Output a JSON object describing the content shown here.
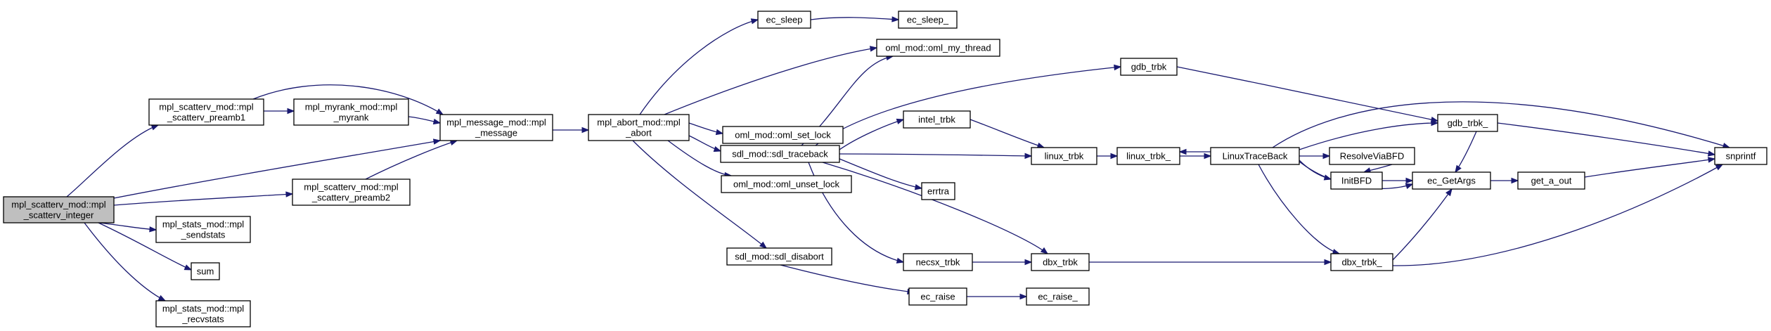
{
  "colors": {
    "edge": "#191970",
    "root_fill": "#bfbfbf",
    "node_fill": "#ffffff",
    "node_border": "#000000"
  },
  "nodes": {
    "scatterv_integer": {
      "lines": [
        "mpl_scatterv_mod::mpl",
        "_scatterv_integer"
      ],
      "root": true
    },
    "scatterv_preamb1": {
      "lines": [
        "mpl_scatterv_mod::mpl",
        "_scatterv_preamb1"
      ]
    },
    "myrank": {
      "lines": [
        "mpl_myrank_mod::mpl",
        "_myrank"
      ]
    },
    "message": {
      "lines": [
        "mpl_message_mod::mpl",
        "_message"
      ]
    },
    "scatterv_preamb2": {
      "lines": [
        "mpl_scatterv_mod::mpl",
        "_scatterv_preamb2"
      ]
    },
    "sendstats": {
      "lines": [
        "mpl_stats_mod::mpl",
        "_sendstats"
      ]
    },
    "sum": {
      "lines": [
        "sum"
      ]
    },
    "recvstats": {
      "lines": [
        "mpl_stats_mod::mpl",
        "_recvstats"
      ]
    },
    "abort": {
      "lines": [
        "mpl_abort_mod::mpl",
        "_abort"
      ]
    },
    "ec_sleep": {
      "lines": [
        "ec_sleep"
      ]
    },
    "ec_sleep_": {
      "lines": [
        "ec_sleep_"
      ]
    },
    "oml_my_thread": {
      "lines": [
        "oml_mod::oml_my_thread"
      ]
    },
    "oml_set_lock": {
      "lines": [
        "oml_mod::oml_set_lock"
      ]
    },
    "sdl_traceback": {
      "lines": [
        "sdl_mod::sdl_traceback"
      ]
    },
    "oml_unset_lock": {
      "lines": [
        "oml_mod::oml_unset_lock"
      ]
    },
    "sdl_disabort": {
      "lines": [
        "sdl_mod::sdl_disabort"
      ]
    },
    "gdb_trbk": {
      "lines": [
        "gdb_trbk"
      ]
    },
    "intel_trbk": {
      "lines": [
        "intel_trbk"
      ]
    },
    "linux_trbk": {
      "lines": [
        "linux_trbk"
      ]
    },
    "errtra": {
      "lines": [
        "errtra"
      ]
    },
    "necsx_trbk": {
      "lines": [
        "necsx_trbk"
      ]
    },
    "dbx_trbk": {
      "lines": [
        "dbx_trbk"
      ]
    },
    "ec_raise": {
      "lines": [
        "ec_raise"
      ]
    },
    "ec_raise_": {
      "lines": [
        "ec_raise_"
      ]
    },
    "linux_trbk_": {
      "lines": [
        "linux_trbk_"
      ]
    },
    "LinuxTraceBack": {
      "lines": [
        "LinuxTraceBack"
      ]
    },
    "gdb_trbk_": {
      "lines": [
        "gdb_trbk_"
      ]
    },
    "ResolveViaBFD": {
      "lines": [
        "ResolveViaBFD"
      ]
    },
    "InitBFD": {
      "lines": [
        "InitBFD"
      ]
    },
    "ec_GetArgs": {
      "lines": [
        "ec_GetArgs"
      ]
    },
    "dbx_trbk_": {
      "lines": [
        "dbx_trbk_"
      ]
    },
    "get_a_out": {
      "lines": [
        "get_a_out"
      ]
    },
    "snprintf": {
      "lines": [
        "snprintf"
      ]
    }
  },
  "edges": [
    [
      "scatterv_integer",
      "scatterv_preamb1"
    ],
    [
      "scatterv_integer",
      "message"
    ],
    [
      "scatterv_integer",
      "scatterv_preamb2"
    ],
    [
      "scatterv_integer",
      "sendstats"
    ],
    [
      "scatterv_integer",
      "sum"
    ],
    [
      "scatterv_integer",
      "recvstats"
    ],
    [
      "scatterv_preamb1",
      "myrank"
    ],
    [
      "scatterv_preamb1",
      "message"
    ],
    [
      "myrank",
      "message"
    ],
    [
      "scatterv_preamb2",
      "message"
    ],
    [
      "message",
      "abort"
    ],
    [
      "abort",
      "ec_sleep"
    ],
    [
      "abort",
      "oml_my_thread"
    ],
    [
      "abort",
      "oml_set_lock"
    ],
    [
      "abort",
      "sdl_traceback"
    ],
    [
      "abort",
      "oml_unset_lock"
    ],
    [
      "abort",
      "sdl_disabort"
    ],
    [
      "ec_sleep",
      "ec_sleep_"
    ],
    [
      "sdl_traceback",
      "oml_my_thread"
    ],
    [
      "sdl_traceback",
      "gdb_trbk"
    ],
    [
      "sdl_traceback",
      "intel_trbk"
    ],
    [
      "sdl_traceback",
      "linux_trbk"
    ],
    [
      "sdl_traceback",
      "errtra"
    ],
    [
      "sdl_traceback",
      "necsx_trbk"
    ],
    [
      "sdl_traceback",
      "dbx_trbk"
    ],
    [
      "sdl_disabort",
      "ec_raise"
    ],
    [
      "ec_raise",
      "ec_raise_"
    ],
    [
      "gdb_trbk",
      "gdb_trbk_"
    ],
    [
      "intel_trbk",
      "linux_trbk"
    ],
    [
      "linux_trbk",
      "linux_trbk_"
    ],
    [
      "necsx_trbk",
      "dbx_trbk"
    ],
    [
      "dbx_trbk",
      "dbx_trbk_"
    ],
    [
      "linux_trbk_",
      "LinuxTraceBack"
    ],
    [
      "LinuxTraceBack",
      "linux_trbk_"
    ],
    [
      "LinuxTraceBack",
      "gdb_trbk_"
    ],
    [
      "LinuxTraceBack",
      "ResolveViaBFD"
    ],
    [
      "LinuxTraceBack",
      "InitBFD"
    ],
    [
      "LinuxTraceBack",
      "ec_GetArgs"
    ],
    [
      "LinuxTraceBack",
      "dbx_trbk_"
    ],
    [
      "LinuxTraceBack",
      "snprintf"
    ],
    [
      "ResolveViaBFD",
      "InitBFD"
    ],
    [
      "InitBFD",
      "ec_GetArgs"
    ],
    [
      "gdb_trbk_",
      "ec_GetArgs"
    ],
    [
      "gdb_trbk_",
      "snprintf"
    ],
    [
      "dbx_trbk_",
      "ec_GetArgs"
    ],
    [
      "dbx_trbk_",
      "snprintf"
    ],
    [
      "ec_GetArgs",
      "get_a_out"
    ],
    [
      "get_a_out",
      "snprintf"
    ]
  ]
}
